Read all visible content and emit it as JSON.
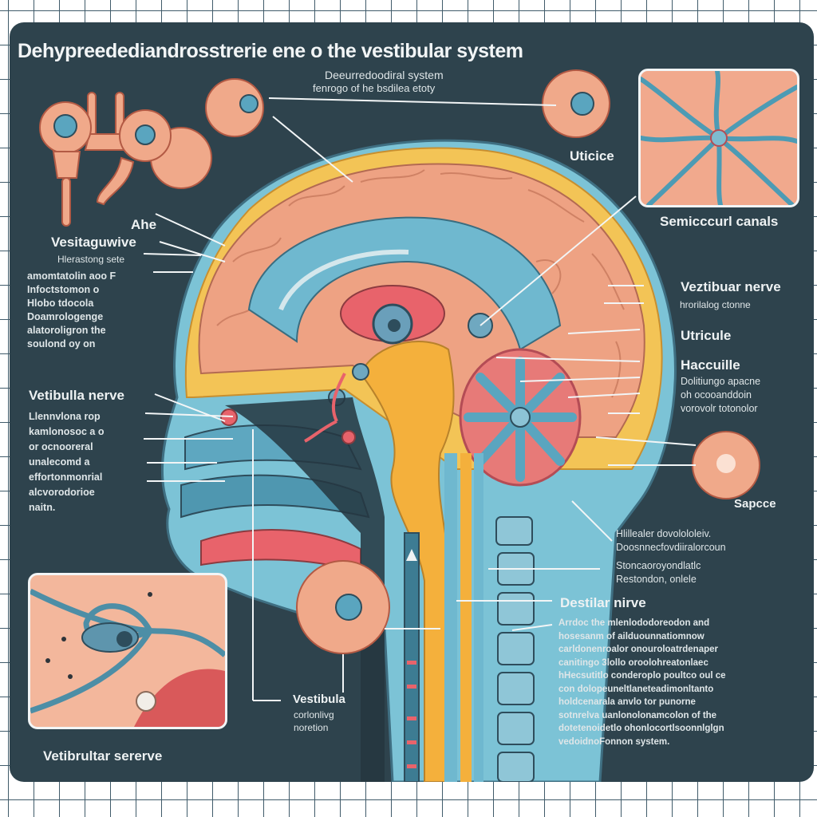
{
  "title": "Dehypreededіandrosstrerie ene o  the vestibular system",
  "colors": {
    "background_grid": "#ffffff",
    "grid_lines": "#2c4a5a",
    "panel": "#2e434d",
    "skin": "#f0a98a",
    "brain": "#eea283",
    "fluid_blue": "#6fb8cf",
    "nerve_orange": "#f4b03c",
    "vessel_red": "#e8636b",
    "label_text": "#eef2f3"
  },
  "top_center_label": {
    "heading": "Deeurredoodiral system",
    "sub": "fenrogo of he bsdilea etoty"
  },
  "left_labels": {
    "ahe": "Ahe",
    "vestibular_label": "Vesitaguwive",
    "sub": "Hlerastong sete",
    "paragraph": [
      "amomtatolin aoo F",
      "Infoctstomon o",
      "Hlobo tdocola",
      "Doamrologenge",
      "alatoroligron  the",
      "soulond oy on"
    ]
  },
  "left_mid_labels": {
    "heading": "Vetibulla nerve",
    "paragraph": [
      "Llennvlona rop",
      "kamlonosoc a o",
      "or ocnooreral",
      "unalecomd a",
      "effortonmonrial",
      "alcvorodorioe",
      "naitn."
    ]
  },
  "right_labels": {
    "utricle_top": "Uticice",
    "semicircular": "Semicccurl canals",
    "vestibular_nerve": "Veztibuar nerve",
    "vestibular_sub": "hrorilalog ctonne",
    "utricule": "Utricule",
    "haccule": "Haccuille",
    "haccule_lines": [
      "Dolitiungo apacne",
      "oh ocooanddoin",
      "vorovolr totonolor"
    ],
    "sapcce": "Sapcce"
  },
  "right_mid_labels": {
    "lines_a": [
      "Hlillealer dovolololeiv.",
      "Doosnnecfovdiiralorcoun"
    ],
    "lines_b": [
      "Stoncaoroyondlatlc",
      "Restondon, onlele"
    ]
  },
  "bottom_right": {
    "heading": "Destilar nirve",
    "paragraph": [
      "Arrdoc the mlenlododoreodon and",
      "hosesanm of ailduounnatiomnow",
      "carldonenroalor onouroloatrdenaper",
      "canitingo 3lollo oroolohreatonlaec",
      "hHecsutitlo conderoplo poultco oul ce",
      "con dolopeuneltlaneteadimonltanto",
      "holdcenarala anvlo tor punorne",
      "sotnrelva uanlonolonamcolon of the",
      "dotetenoidetlo ohonlocortlsoonnlglgn",
      "vedoidnoFonnon system."
    ]
  },
  "bottom_center": {
    "heading": "Vestibula",
    "sub1": "corlonlivg",
    "sub2": "noretion"
  },
  "bottom_left_inset": {
    "caption": "Vetibrultar sererve"
  }
}
